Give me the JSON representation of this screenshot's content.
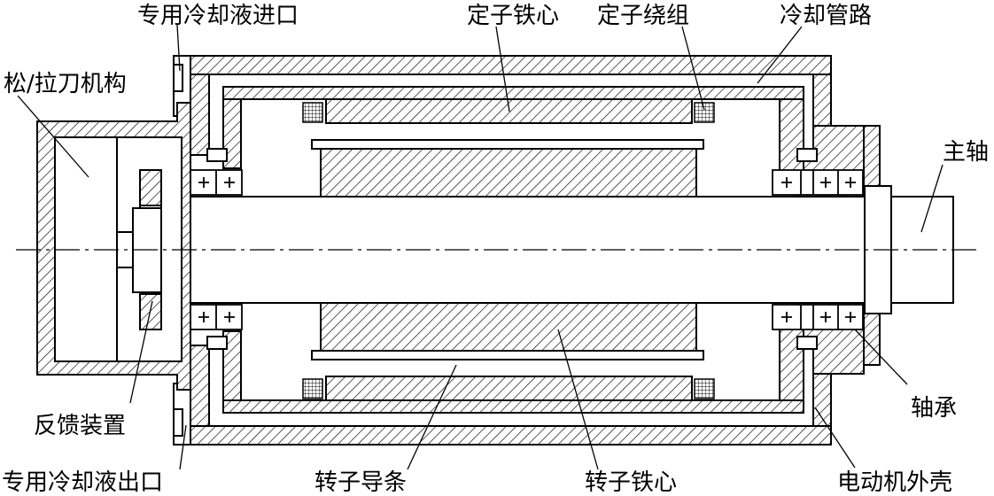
{
  "labels": {
    "coolant_inlet": "专用冷却液进口",
    "stator_core": "定子铁心",
    "stator_winding": "定子绕组",
    "cooling_pipe": "冷却管路",
    "clamp_mechanism": "松/拉刀机构",
    "spindle": "主轴",
    "feedback_device": "反馈装置",
    "bearing": "轴承",
    "coolant_outlet": "专用冷却液出口",
    "rotor_bar": "转子导条",
    "rotor_core": "转子铁心",
    "motor_housing": "电动机外壳"
  }
}
